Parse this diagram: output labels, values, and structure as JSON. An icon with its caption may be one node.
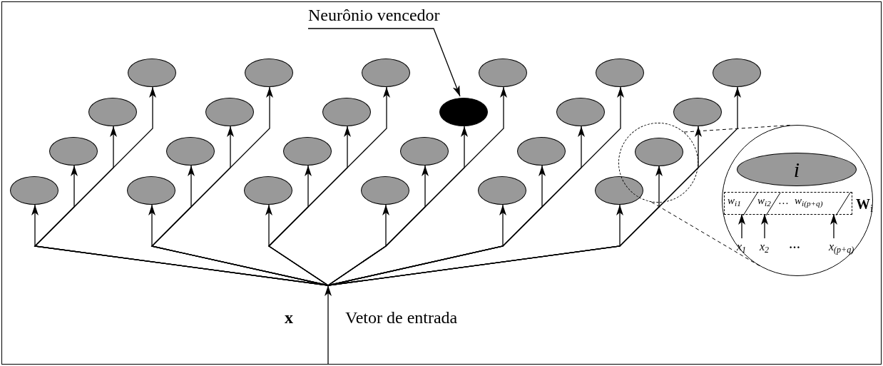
{
  "diagram": {
    "nodes": [
      {
        "text": [
          "Neurônio vencedor"
        ]
      },
      {
        "text": [],
        "shape": "ellipse"
      },
      {
        "text": [],
        "shape": "ellipse"
      },
      {
        "text": [],
        "shape": "ellipse"
      },
      {
        "text": [],
        "shape": "ellipse"
      },
      {
        "text": [],
        "shape": "ellipse"
      },
      {
        "text": [],
        "shape": "ellipse"
      },
      {
        "text": [],
        "shape": "ellipse"
      },
      {
        "text": [],
        "shape": "ellipse"
      },
      {
        "text": [],
        "shape": "ellipse"
      },
      {
        "text": [],
        "shape": "ellipse"
      },
      {
        "text": [],
        "shape": "ellipse"
      },
      {
        "text": [],
        "shape": "ellipse"
      },
      {
        "text": [],
        "shape": "ellipse"
      },
      {
        "text": [],
        "shape": "ellipse"
      },
      {
        "text": [],
        "shape": "ellipse"
      },
      {
        "text": [],
        "shape": "ellipse"
      },
      {
        "text": [],
        "shape": "ellipse"
      },
      {
        "text": [],
        "shape": "ellipse"
      },
      {
        "text": [],
        "shape": "ellipse"
      },
      {
        "text": [],
        "shape": "ellipse"
      },
      {
        "text": [],
        "shape": "ellipse"
      },
      {
        "text": [],
        "shape": "ellipse",
        "in": 31
      },
      {
        "text": [],
        "shape": "ellipse"
      },
      {
        "text": [],
        "shape": "ellipse"
      },
      {
        "text": [],
        "shape": "circle"
      },
      {
        "text": [
          "i"
        ],
        "in": 25
      },
      {
        "text": [
          "w$_{i1}$",
          "w$_{i2}$",
          "…",
          "w$_{i(p+q)}$"
        ],
        "beside": [
          "**W**$_{i}$"
        ],
        "in": 25
      },
      {
        "text": [
          "x$_{1}$"
        ],
        "in": 25
      },
      {
        "text": [
          "x$_{2}$"
        ],
        "in": 25
      },
      {
        "text": [
          "x$_{(p+q)}$"
        ],
        "in": 25
      },
      {
        "text": [],
        "shape": "circle"
      }
    ],
    "edges": [
      {
        "from": null,
        "to": 1,
        "arrow": "to"
      },
      {
        "from": null,
        "to": 2,
        "arrow": "to"
      },
      {
        "from": null,
        "to": 3,
        "arrow": "to"
      },
      {
        "from": null,
        "to": 4,
        "arrow": "to"
      },
      {
        "from": null,
        "to": 5,
        "arrow": "to"
      },
      {
        "from": null,
        "to": 6,
        "arrow": "to"
      },
      {
        "from": null,
        "to": 7,
        "arrow": "to"
      },
      {
        "from": null,
        "to": 8,
        "arrow": "to"
      },
      {
        "from": null,
        "to": 9,
        "arrow": "to"
      },
      {
        "from": null,
        "to": 10,
        "arrow": "to"
      },
      {
        "from": null,
        "to": 11,
        "arrow": "to"
      },
      {
        "from": null,
        "to": 12,
        "arrow": "to"
      },
      {
        "from": null,
        "to": 13,
        "arrow": "to"
      },
      {
        "from": null,
        "to": 14,
        "arrow": "to"
      },
      {
        "from": null,
        "to": 15,
        "arrow": "to"
      },
      {
        "from": null,
        "to": 16,
        "arrow": "to"
      },
      {
        "from": null,
        "to": 17,
        "arrow": "to"
      },
      {
        "from": null,
        "to": 18,
        "arrow": "to"
      },
      {
        "from": null,
        "to": 19,
        "arrow": "to"
      },
      {
        "from": null,
        "to": 20,
        "arrow": "to"
      },
      {
        "from": null,
        "to": 21,
        "arrow": "to"
      },
      {
        "from": null,
        "to": 22,
        "arrow": "to"
      },
      {
        "from": null,
        "to": 23,
        "arrow": "to"
      },
      {
        "from": null,
        "to": 24,
        "arrow": "to"
      },
      {
        "from": 0,
        "to": 15,
        "arrow": "to"
      },
      {
        "from": 28,
        "to": 27,
        "arrow": "to"
      },
      {
        "from": 29,
        "to": 27,
        "arrow": "to"
      },
      {
        "from": 30,
        "to": 27,
        "arrow": "to"
      },
      {
        "from": 31,
        "to": 25,
        "arrow": "none",
        "style": "dashed"
      },
      {
        "from": 31,
        "to": 25,
        "arrow": "none",
        "style": "dashed"
      }
    ],
    "labels": [
      "x",
      "Vetor de entrada",
      "…"
    ]
  }
}
